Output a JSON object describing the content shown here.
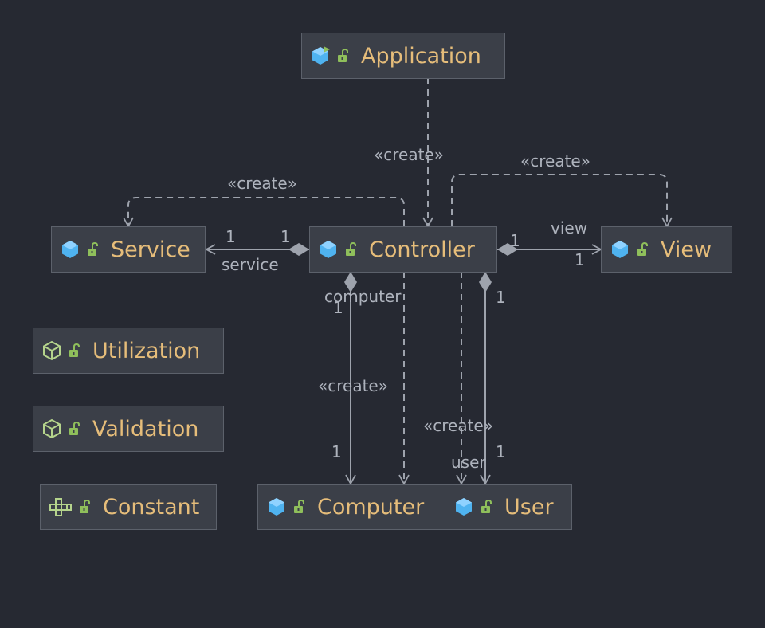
{
  "classes": {
    "application": {
      "name": "Application",
      "icon": "class-icon"
    },
    "service": {
      "name": "Service",
      "icon": "class-icon"
    },
    "controller": {
      "name": "Controller",
      "icon": "class-icon"
    },
    "view": {
      "name": "View",
      "icon": "class-icon"
    },
    "utilization": {
      "name": "Utilization",
      "icon": "package-icon"
    },
    "validation": {
      "name": "Validation",
      "icon": "package-icon"
    },
    "constant": {
      "name": "Constant",
      "icon": "enum-icon"
    },
    "computer": {
      "name": "Computer",
      "icon": "class-icon"
    },
    "user": {
      "name": "User",
      "icon": "class-icon"
    }
  },
  "labels": {
    "create_app_controller": "«create»",
    "create_controller_service": "«create»",
    "create_controller_view": "«create»",
    "create_controller_computer": "«create»",
    "create_controller_user": "«create»",
    "service_mult_left": "1",
    "service_mult_right": "1",
    "service_role": "service",
    "view_mult_left": "1",
    "view_mult_right": "1",
    "view_role": "view",
    "computer_role": "computer",
    "computer_mult_top": "1",
    "computer_mult_bottom": "1",
    "user_mult_top": "1",
    "user_role": "user",
    "user_mult_bottom": "1"
  },
  "colors": {
    "background": "#262932",
    "node_fill": "#3b3f48",
    "node_border": "#5c616b",
    "class_name": "#e6bd7a",
    "edge": "#9ea3ad",
    "label": "#aeb3bd",
    "class_icon": "#4fb3f0",
    "package_icon": "#b5d48c",
    "lock_icon": "#8fbf5b"
  }
}
